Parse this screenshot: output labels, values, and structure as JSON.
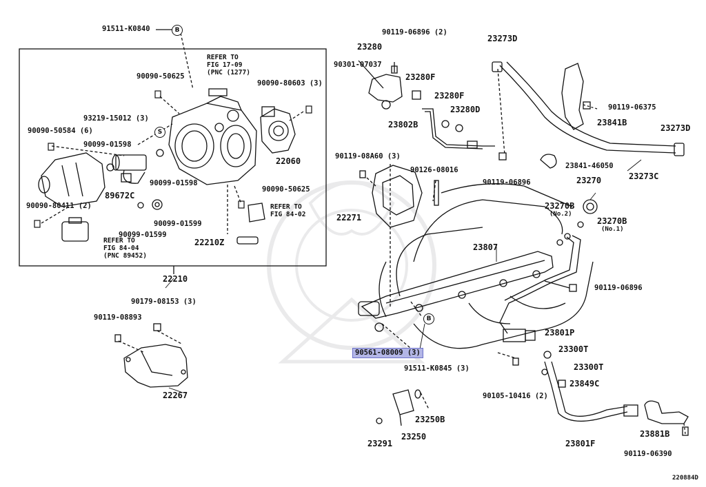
{
  "diagram_code": "220884D",
  "group_22210": {
    "part_numbers": {
      "p91511_K0840": "91511-K0840",
      "p90090_50625_a": "90090-50625",
      "p90090_80603": "90090-80603 (3)",
      "p93219_15012": "93219-15012 (3)",
      "p90090_50584": "90090-50584 (6)",
      "p90099_01598_a": "90099-01598",
      "p90099_01598_b": "90099-01598",
      "p89672C": "89672C",
      "p22060": "22060",
      "p90090_50625_b": "90090-50625",
      "p90090_80411": "90090-80411 (2)",
      "p90099_01599_a": "90099-01599",
      "p90099_01599_b": "90099-01599",
      "p22210Z": "22210Z",
      "p22210": "22210"
    },
    "refer_fig17": "REFER TO\nFIG 17-09\n(PNC (1277)",
    "refer_fig84_02": "REFER TO\nFIG 84-02",
    "refer_fig84_04": "REFER TO\nFIG 84-04\n(PNC 89452)",
    "callout_b": "B",
    "callout_s": "S"
  },
  "group_22267": {
    "p90179_08153": "90179-08153 (3)",
    "p90119_08893": "90119-08893",
    "p22267": "22267"
  },
  "right_side": {
    "p90119_06896_2": "90119-06896 (2)",
    "p23280": "23280",
    "p90301_07037": "90301-07037",
    "p23280F_a": "23280F",
    "p23280F_b": "23280F",
    "p23280D": "23280D",
    "p23802B": "23802B",
    "p90119_08A60": "90119-08A60 (3)",
    "p90126_08016": "90126-08016",
    "p90119_06896_a": "90119-06896",
    "p22271": "22271",
    "p23273D_a": "23273D",
    "p90119_06375": "90119-06375",
    "p23841B": "23841B",
    "p23273D_b": "23273D",
    "p23841_46050": "23841-46050",
    "p23273C": "23273C",
    "p23270": "23270",
    "p23270B_no2": "23270B",
    "no2": "(No.2)",
    "p23270B_no1": "23270B",
    "no1": "(No.1)",
    "p23807": "23807",
    "p90119_06896_b": "90119-06896",
    "p23801P": "23801P",
    "p90561_08009": "90561-08009 (3)",
    "p91511_K0845": "91511-K0845 (3)",
    "p23300T_a": "23300T",
    "p23300T_b": "23300T",
    "p23849C": "23849C",
    "p90105_10416": "90105-10416 (2)",
    "p23250B": "23250B",
    "p23291": "23291",
    "p23250": "23250",
    "p23801F": "23801F",
    "p23881B": "23881B",
    "p90119_06390": "90119-06390",
    "callout_b2": "B"
  },
  "highlight_color": "#b3b6e6"
}
